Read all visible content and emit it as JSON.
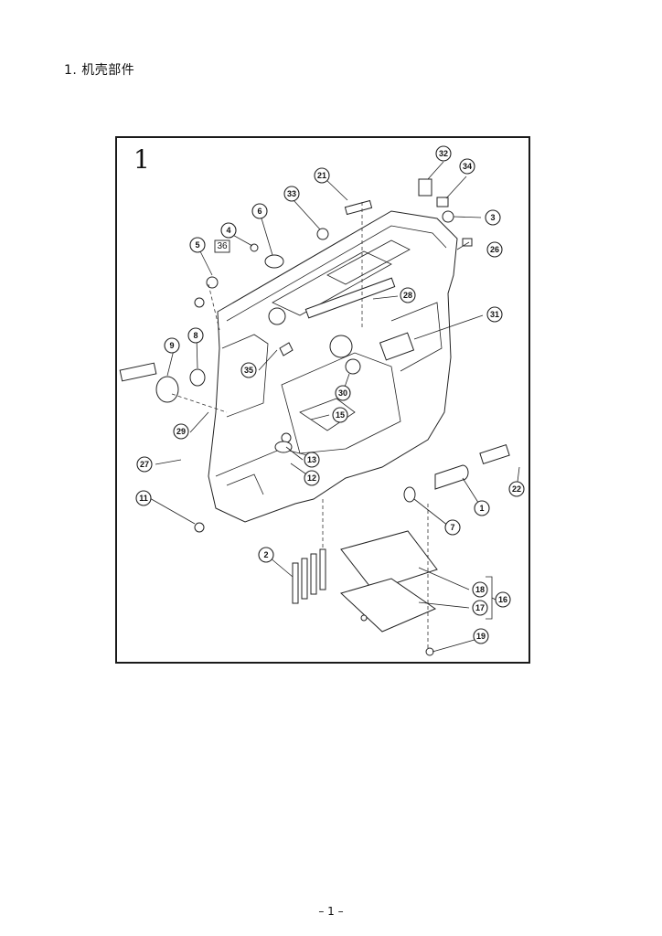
{
  "section_title": "1. 机壳部件",
  "figure_number": "1",
  "page_number": "– 1 –",
  "callouts": [
    {
      "label": "32"
    },
    {
      "label": "34"
    },
    {
      "label": "21"
    },
    {
      "label": "33"
    },
    {
      "label": "3"
    },
    {
      "label": "26"
    },
    {
      "label": "6"
    },
    {
      "label": "4"
    },
    {
      "label": "5"
    },
    {
      "label": "28"
    },
    {
      "label": "31"
    },
    {
      "label": "8"
    },
    {
      "label": "9"
    },
    {
      "label": "35"
    },
    {
      "label": "30"
    },
    {
      "label": "15"
    },
    {
      "label": "29"
    },
    {
      "label": "13"
    },
    {
      "label": "27"
    },
    {
      "label": "12"
    },
    {
      "label": "22"
    },
    {
      "label": "1"
    },
    {
      "label": "11"
    },
    {
      "label": "7"
    },
    {
      "label": "2"
    },
    {
      "label": "18"
    },
    {
      "label": "17"
    },
    {
      "label": "16"
    },
    {
      "label": "19"
    }
  ],
  "box_label": "36"
}
